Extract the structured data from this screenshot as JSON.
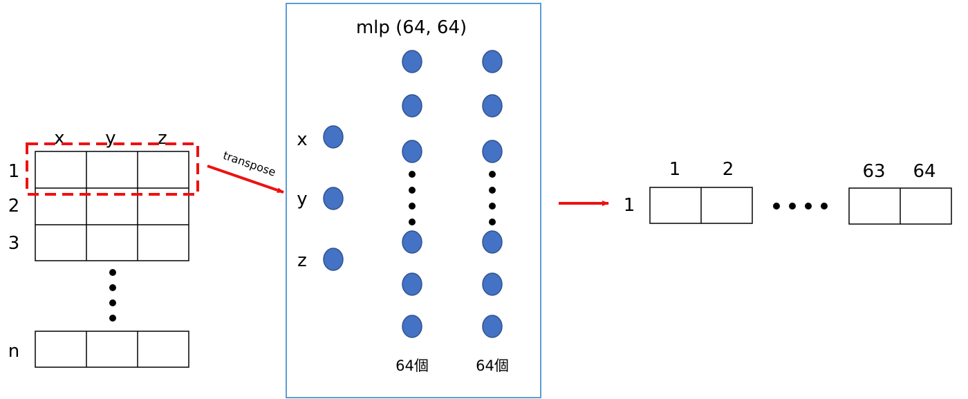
{
  "input_table": {
    "column_headers": [
      "x",
      "y",
      "z"
    ],
    "row_labels": [
      "1",
      "2",
      "3"
    ],
    "last_row_label": "n"
  },
  "transpose_arrow": {
    "label": "transpose"
  },
  "mlp_box": {
    "title": "mlp (64, 64)",
    "input_labels": [
      "x",
      "y",
      "z"
    ],
    "layer_counts": [
      "64個",
      "64個"
    ]
  },
  "output_vector": {
    "row_label": "1",
    "left_indices": [
      "1",
      "2"
    ],
    "right_indices": [
      "63",
      "64"
    ]
  },
  "colors": {
    "arrow": "#ee1111",
    "highlight": "#ee1111",
    "node_fill": "#4472c4",
    "node_stroke": "#2f528f",
    "box_border": "#5b9bd5"
  }
}
